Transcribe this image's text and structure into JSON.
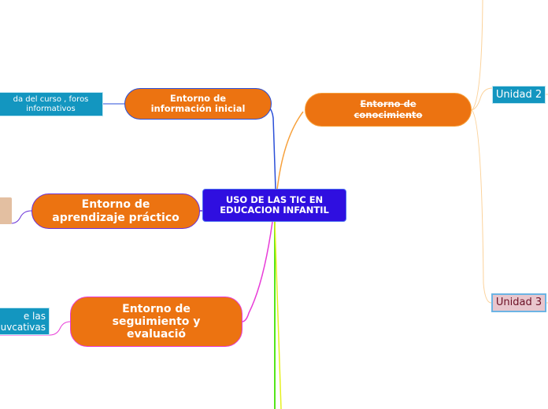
{
  "mindmap": {
    "central": {
      "line1": "USO DE LAS TIC EN",
      "line2": "EDUCACION INFANTIL",
      "color": "#2f0fe0"
    },
    "branches": [
      {
        "id": "info",
        "line1": "Entorno de",
        "line2": "información inicial",
        "color": "#ec7311",
        "link_color": "#2a4fd8",
        "children": [
          {
            "line1": "da del curso , foros",
            "line2": "informativos",
            "color": "#1396c0"
          }
        ]
      },
      {
        "id": "conocimiento",
        "line1": "Entorno de",
        "line2": "conocimiento",
        "strikethrough": true,
        "color": "#ec7311",
        "link_color": "#f7a13c",
        "children": [
          {
            "label": "Unidad 2",
            "color": "#1396c0"
          },
          {
            "label": "Unidad 3",
            "color": "#e8c6cd"
          }
        ]
      },
      {
        "id": "aprendizaje",
        "line1": "Entorno de",
        "line2": "aprendizaje práctico",
        "color": "#ec7311",
        "link_color": "#6a32d8",
        "children": [
          {
            "label": "",
            "color": "#e3bfa1"
          }
        ]
      },
      {
        "id": "seguimiento",
        "line1": "Entorno de",
        "line2": "seguimiento y",
        "line3": "evaluació",
        "color": "#ec7311",
        "link_color": "#e83cd8",
        "children": [
          {
            "line1": "e las",
            "line2": "uvcativas",
            "color": "#1396c0"
          }
        ]
      }
    ],
    "extra_links": [
      {
        "color": "#55e61a",
        "direction": "down"
      },
      {
        "color": "#e6f020",
        "direction": "down"
      }
    ]
  }
}
